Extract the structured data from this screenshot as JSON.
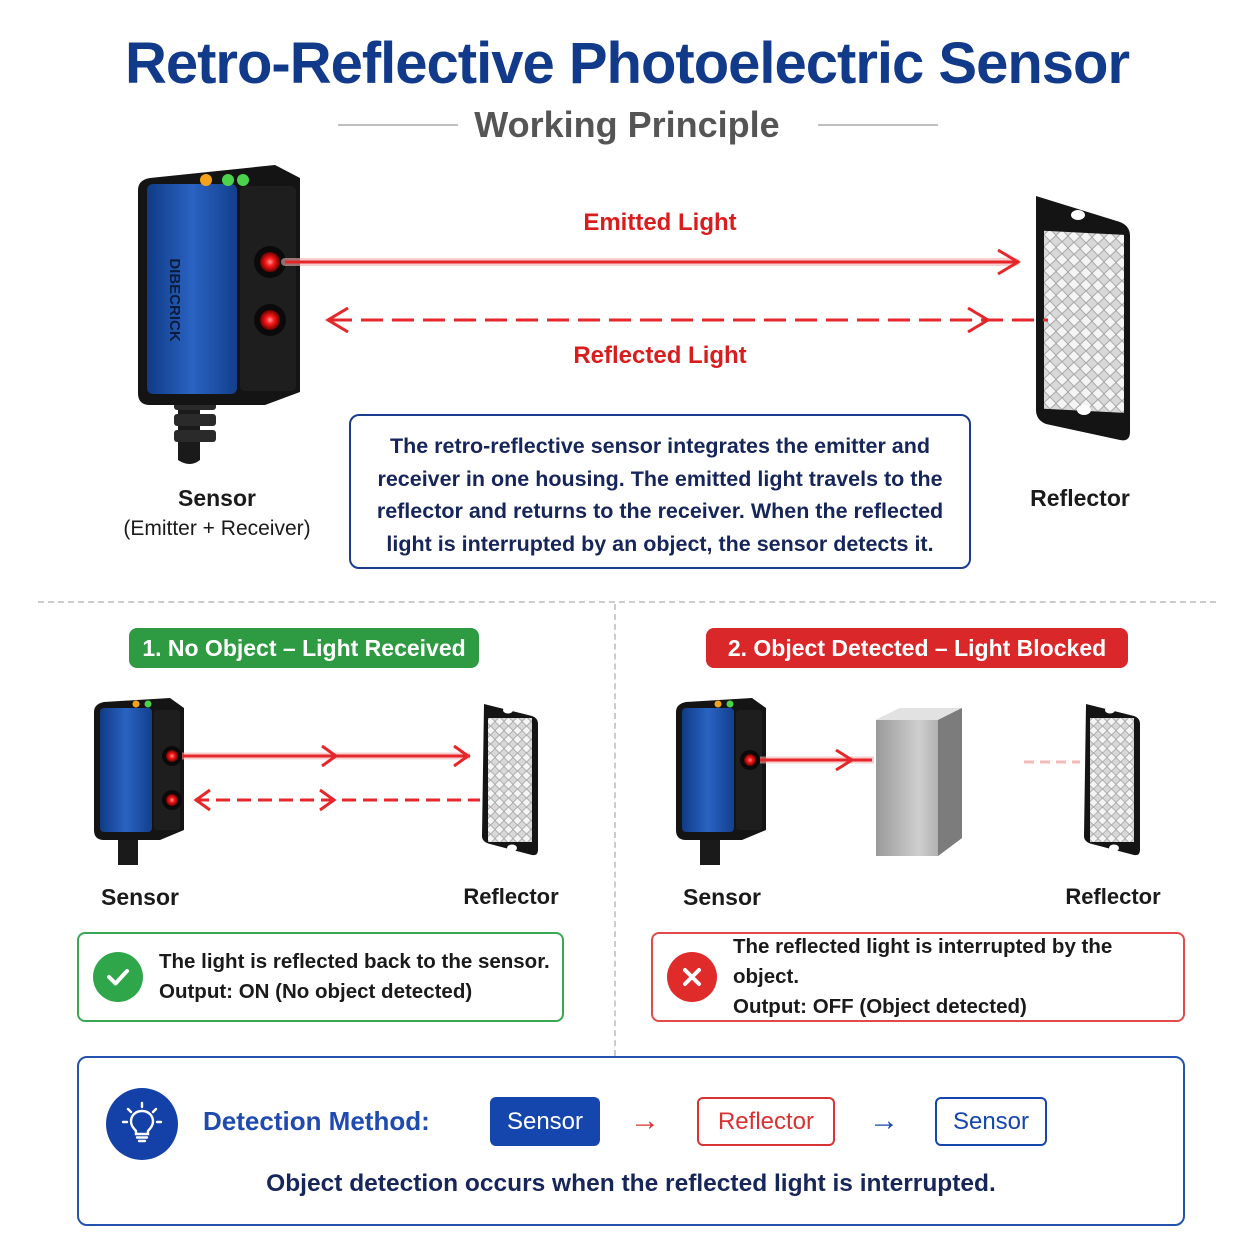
{
  "header": {
    "title": "Retro-Reflective Photoelectric Sensor",
    "subtitle": "Working Principle"
  },
  "main_diagram": {
    "emitted_label": "Emitted Light",
    "reflected_label": "Reflected Light",
    "sensor_label": "Sensor",
    "sensor_sublabel": "(Emitter + Receiver)",
    "reflector_label": "Reflector",
    "sensor_brand": "DIBECRICK",
    "description": "The retro-reflective sensor integrates the emitter and receiver in one housing. The emitted light travels to the reflector and returns to the receiver. When the reflected light is interrupted by an object, the sensor detects it."
  },
  "case_no_object": {
    "title": "1. No Object – Light Received",
    "sensor_label": "Sensor",
    "reflector_label": "Reflector",
    "status_line1": "The light is reflected back to the sensor.",
    "status_line2": "Output: ON (No object detected)",
    "icon": "check-icon",
    "color": "#2e9b43"
  },
  "case_object": {
    "title": "2. Object Detected – Light Blocked",
    "sensor_label": "Sensor",
    "reflector_label": "Reflector",
    "status_line1": "The reflected light is interrupted by the object.",
    "status_line2": "Output: OFF (Object detected)",
    "icon": "x-icon",
    "color": "#d9272a"
  },
  "detection_method": {
    "label": "Detection Method:",
    "flow": [
      "Sensor",
      "Reflector",
      "Sensor"
    ],
    "note": "Object detection occurs when the reflected light is interrupted.",
    "icon": "lightbulb-icon"
  },
  "colors": {
    "title_blue": "#123a8a",
    "beam_red": "#e5262a",
    "accent_blue": "#1546ad"
  }
}
